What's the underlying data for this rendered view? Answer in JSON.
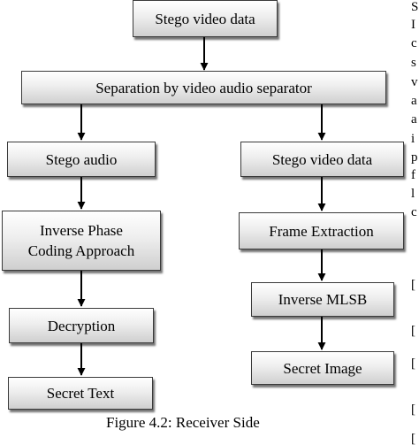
{
  "boxes": {
    "stego_video_top": "Stego video data",
    "separation": "Separation by video audio separator",
    "stego_audio": "Stego audio",
    "stego_video_right": "Stego video data",
    "inverse_phase_line1": "Inverse Phase",
    "inverse_phase_line2": "Coding Approach",
    "frame_extraction": "Frame Extraction",
    "decryption": "Decryption",
    "inverse_mlsb": "Inverse MLSB",
    "secret_text": "Secret Text",
    "secret_image": "Secret Image"
  },
  "caption": "Figure 4.2: Receiver Side",
  "side_text": [
    "S",
    "I",
    "c",
    "s",
    "v",
    "a",
    "a",
    "i",
    "p",
    "f",
    "l",
    "c",
    "[",
    "[",
    "[",
    "[",
    "["
  ]
}
